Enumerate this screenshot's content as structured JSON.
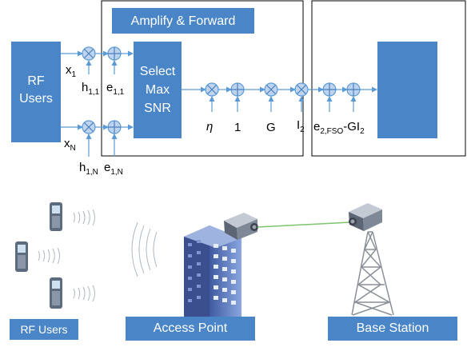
{
  "block": {
    "af_title": "Amplify & Forward",
    "rf_users_line1": "RF",
    "rf_users_line2": "Users",
    "select_line1": "Select",
    "select_line2": "Max",
    "select_line3": "SNR"
  },
  "signals": {
    "x1": "x",
    "x1_sub": "1",
    "xN": "x",
    "xN_sub": "N",
    "h11": "h",
    "h11_sub": "1,1",
    "e11": "e",
    "e11_sub": "1,1",
    "h1N": "h",
    "h1N_sub": "1,N",
    "e1N": "e",
    "e1N_sub": "1,N",
    "eta": "η",
    "one": "1",
    "G": "G",
    "I2": "I",
    "I2_sub": "2",
    "e2fso": "e",
    "e2fso_sub": "2,FSO",
    "minus_GI": "-GI",
    "minus_GI_sub": "2"
  },
  "scene": {
    "rf_users": "RF Users",
    "access_point": "Access Point",
    "base_station": "Base Station"
  },
  "colors": {
    "block_fill": "#4a86c7",
    "node_fill": "#bdd3ee",
    "line": "#5b9bd5",
    "laser": "#7cc46e"
  }
}
